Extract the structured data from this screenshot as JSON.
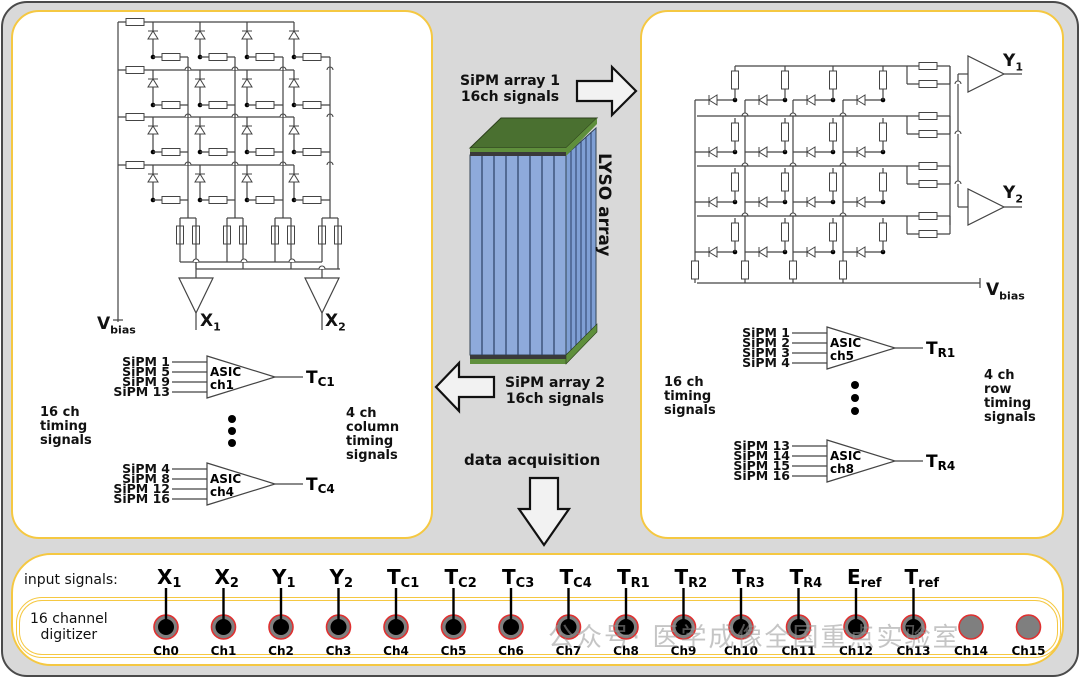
{
  "center": {
    "array1_label": "SiPM array 1\n16ch signals",
    "array2_label": "SiPM array 2\n16ch signals",
    "lyso_label": "LYSO array",
    "daq_label": "data acquisition"
  },
  "left_panel": {
    "vbias": "V",
    "vbias_sub": "bias",
    "outputs": [
      {
        "main": "X",
        "sub": "1"
      },
      {
        "main": "X",
        "sub": "2"
      }
    ],
    "asics": [
      {
        "inputs": [
          "SiPM 1",
          "SiPM 5",
          "SiPM 9",
          "SiPM 13"
        ],
        "name": "ASIC",
        "ch": "ch1",
        "out_main": "T",
        "out_sub": "C1"
      },
      {
        "inputs": [
          "SiPM 4",
          "SiPM 8",
          "SiPM 12",
          "SiPM 16"
        ],
        "name": "ASIC",
        "ch": "ch4",
        "out_main": "T",
        "out_sub": "C4"
      }
    ],
    "left_note": "16 ch\ntiming\nsignals",
    "right_note": "4 ch\ncolumn\ntiming\nsignals"
  },
  "right_panel": {
    "vbias": "V",
    "vbias_sub": "bias",
    "outputs": [
      {
        "main": "Y",
        "sub": "1"
      },
      {
        "main": "Y",
        "sub": "2"
      }
    ],
    "asics": [
      {
        "inputs": [
          "SiPM 1",
          "SiPM 2",
          "SiPM 3",
          "SiPM 4"
        ],
        "name": "ASIC",
        "ch": "ch5",
        "out_main": "T",
        "out_sub": "R1"
      },
      {
        "inputs": [
          "SiPM 13",
          "SiPM 14",
          "SiPM 15",
          "SiPM 16"
        ],
        "name": "ASIC",
        "ch": "ch8",
        "out_main": "T",
        "out_sub": "R4"
      }
    ],
    "left_note": "16 ch\ntiming\nsignals",
    "right_note": "4 ch\nrow\ntiming\nsignals"
  },
  "digitizer": {
    "input_label": "input signals:",
    "name": "16 channel\ndigitizer",
    "channels": [
      {
        "ch": "Ch0",
        "signal": "X",
        "sub": "1"
      },
      {
        "ch": "Ch1",
        "signal": "X",
        "sub": "2"
      },
      {
        "ch": "Ch2",
        "signal": "Y",
        "sub": "1"
      },
      {
        "ch": "Ch3",
        "signal": "Y",
        "sub": "2"
      },
      {
        "ch": "Ch4",
        "signal": "T",
        "sub": "C1"
      },
      {
        "ch": "Ch5",
        "signal": "T",
        "sub": "C2"
      },
      {
        "ch": "Ch6",
        "signal": "T",
        "sub": "C3"
      },
      {
        "ch": "Ch7",
        "signal": "T",
        "sub": "C4"
      },
      {
        "ch": "Ch8",
        "signal": "T",
        "sub": "R1"
      },
      {
        "ch": "Ch9",
        "signal": "T",
        "sub": "R2"
      },
      {
        "ch": "Ch10",
        "signal": "T",
        "sub": "R3"
      },
      {
        "ch": "Ch11",
        "signal": "T",
        "sub": "R4"
      },
      {
        "ch": "Ch12",
        "signal": "E",
        "sub": "ref"
      },
      {
        "ch": "Ch13",
        "signal": "T",
        "sub": "ref"
      },
      {
        "ch": "Ch14",
        "signal": "",
        "sub": ""
      },
      {
        "ch": "Ch15",
        "signal": "",
        "sub": ""
      }
    ]
  },
  "watermark": "公众号· 医学成像全国重点实验室",
  "colors": {
    "background": "#d9d9d9",
    "panel_border": "#f5c842",
    "lyso_crystal": "#8eaadb",
    "sipm_board": "#4a7030",
    "connector_ring": "#e03030",
    "connector_body": "#7f7f7f"
  }
}
